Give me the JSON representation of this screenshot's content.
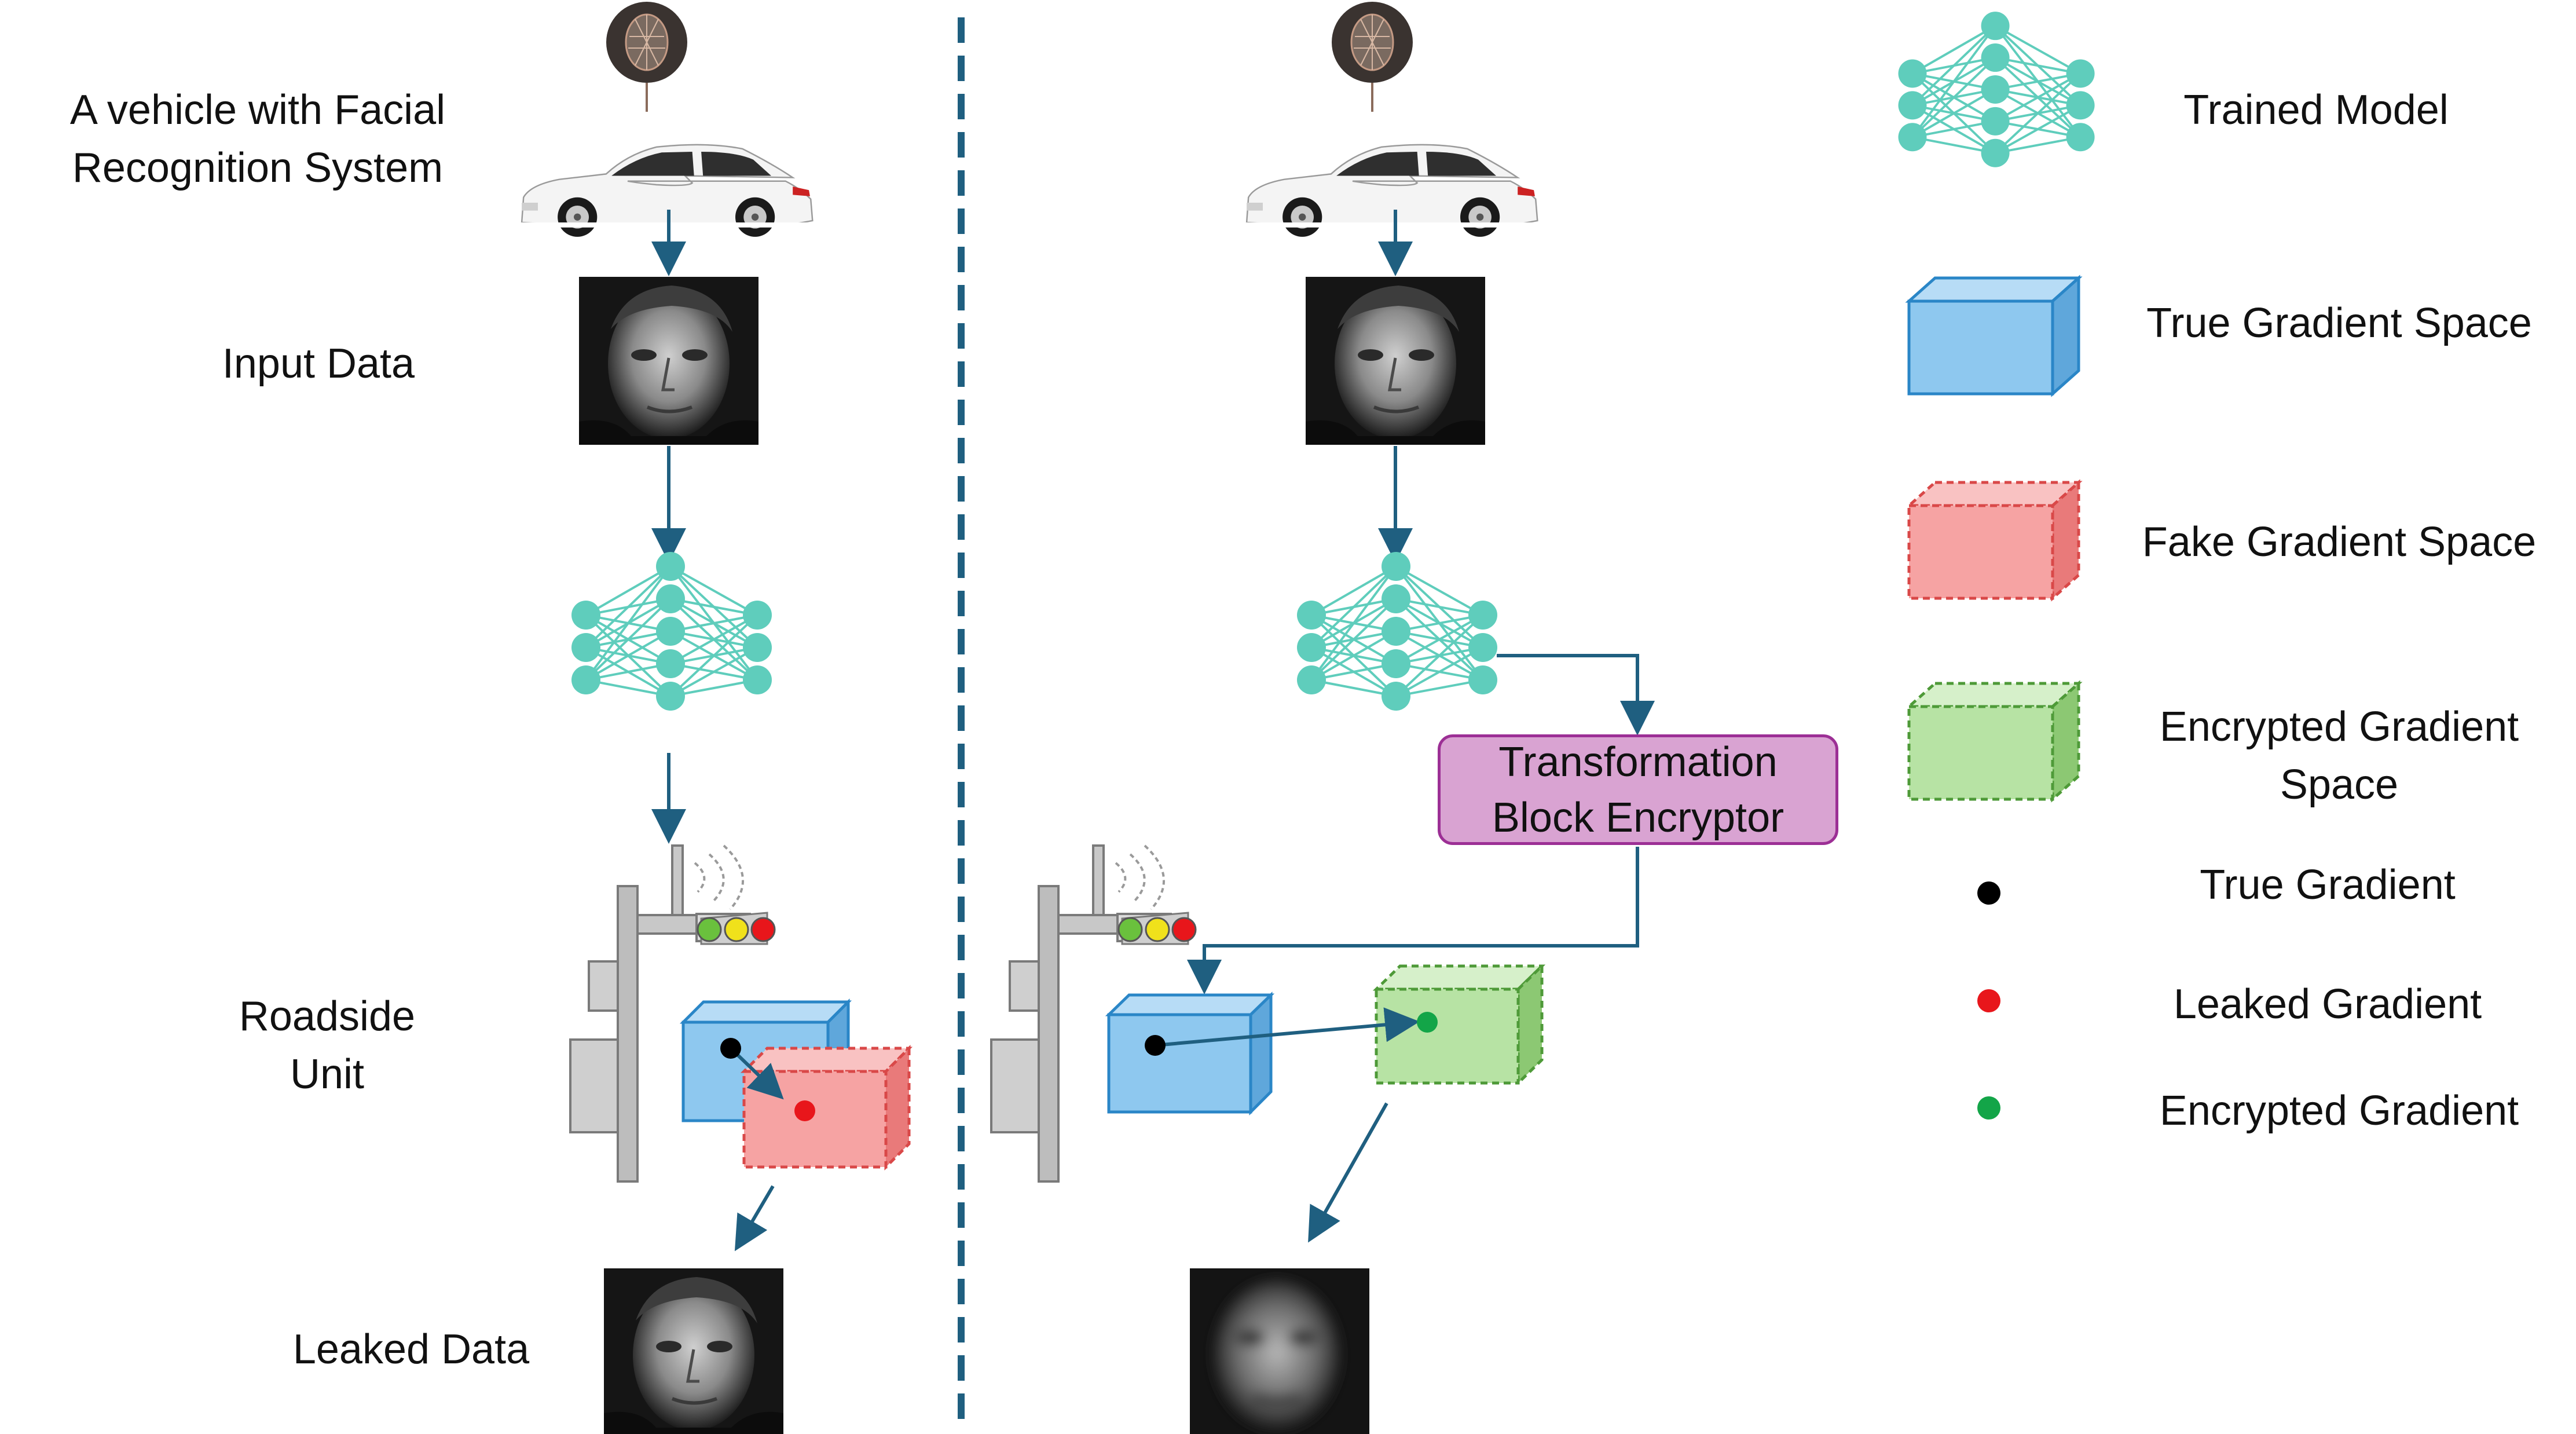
{
  "left_panel": {
    "vehicle_label_line1": "A vehicle with Facial",
    "vehicle_label_line2": "Recognition System",
    "input_label": "Input Data",
    "rsu_label_line1": "Roadside",
    "rsu_label_line2": "Unit",
    "leaked_label": "Leaked Data"
  },
  "right_panel": {
    "encryptor_line1": "Transformation",
    "encryptor_line2": "Block Encryptor"
  },
  "legend": {
    "trained_model": "Trained Model",
    "true_space": "True Gradient Space",
    "fake_space": "Fake Gradient Space",
    "encrypted_space_line1": "Encrypted Gradient",
    "encrypted_space_line2": "Space",
    "true_gradient": "True Gradient",
    "leaked_gradient": "Leaked Gradient",
    "encrypted_gradient": "Encrypted Gradient"
  },
  "colors": {
    "network_node": "#5fcdbc",
    "arrow": "#1f5f80",
    "divider": "#1f5f80",
    "true_space_fill": "#8ec8ef",
    "true_space_stroke": "#2a86c7",
    "fake_space_fill": "#f6a3a3",
    "fake_space_stroke": "#d94848",
    "encrypted_space_fill": "#b7e3a4",
    "encrypted_space_stroke": "#4e9a38",
    "true_gradient_dot": "#000000",
    "leaked_gradient_dot": "#e8161b",
    "encrypted_gradient_dot": "#13a548",
    "encryptor_fill": "#d9a3d2",
    "encryptor_stroke": "#9c2f95"
  },
  "icons": {
    "vehicle": "car-icon",
    "face_scan": "face-scan-icon",
    "input_face": "face-photo",
    "network": "neural-network-icon",
    "roadside_unit": "traffic-light-rsu-icon",
    "reconstructed_face": "blurred-face-photo"
  }
}
